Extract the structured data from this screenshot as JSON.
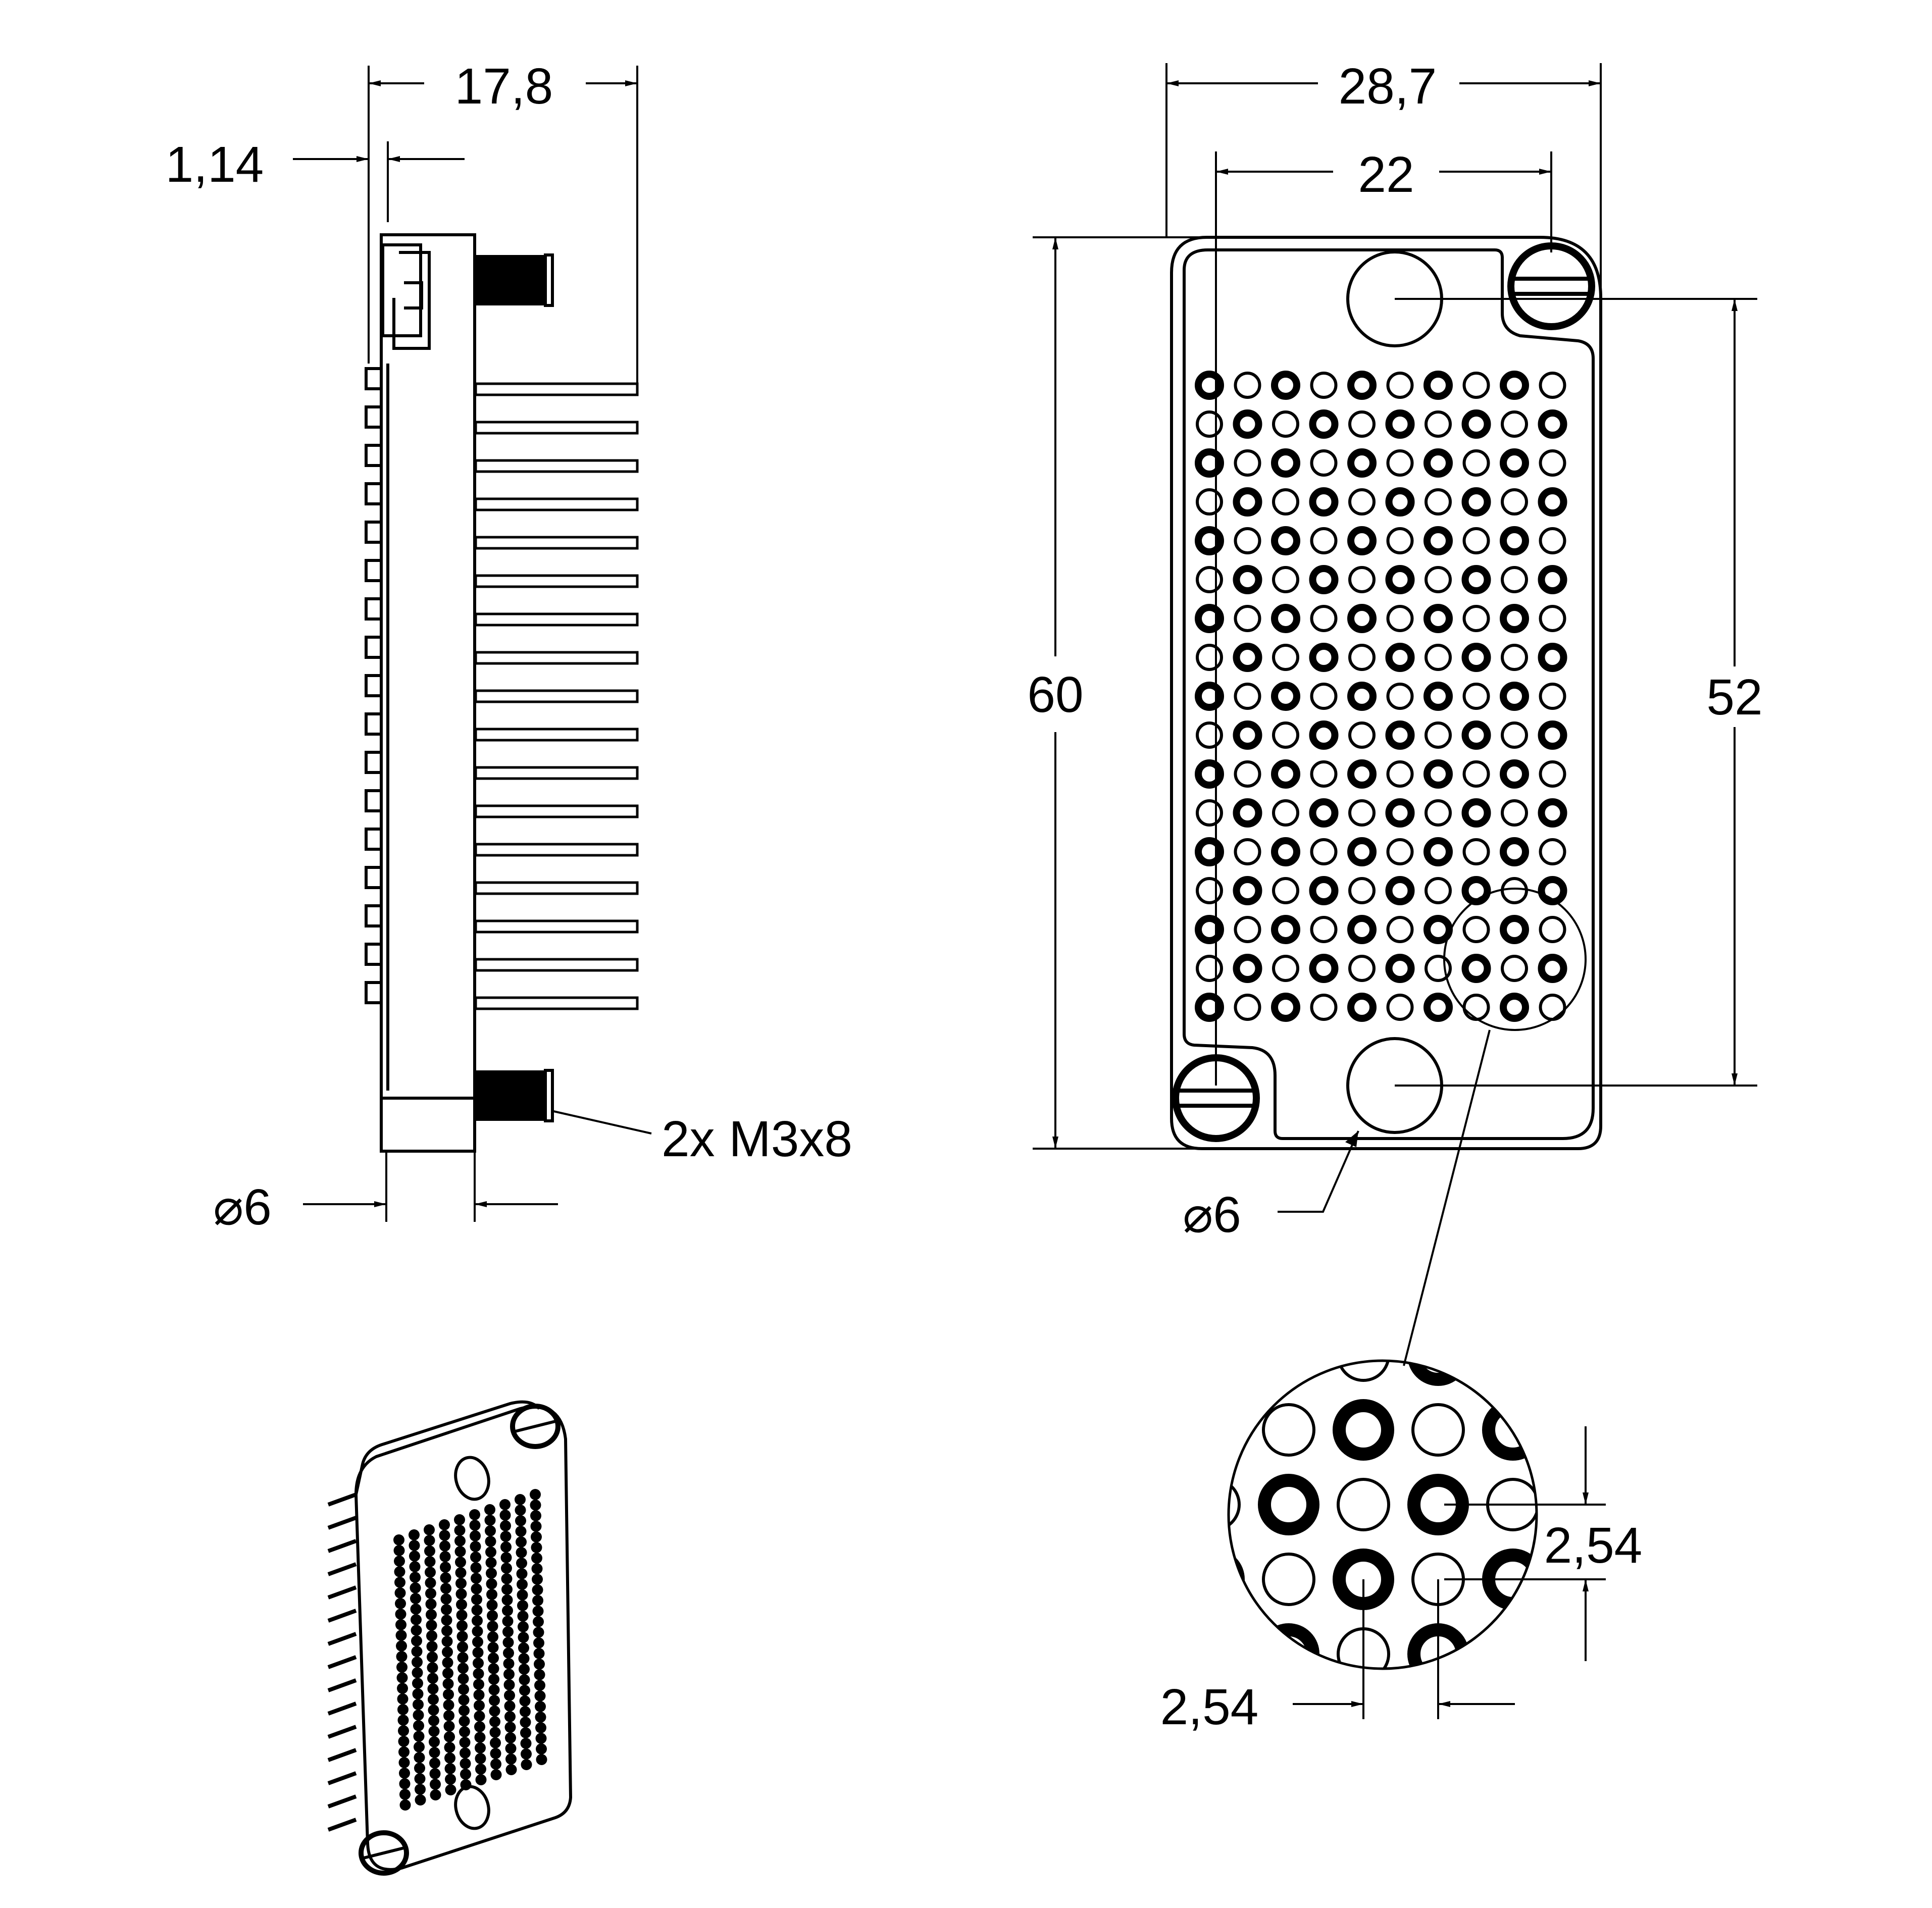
{
  "side_view": {
    "overall_width": "17,8",
    "flange_thickness": "1,14",
    "screw_label": "2x M3x8",
    "hole_diameter": "⌀6"
  },
  "front_view": {
    "overall_width": "28,7",
    "hole_spacing_horizontal": "22",
    "overall_height": "60",
    "hole_spacing_vertical": "52",
    "hole_diameter": "⌀6",
    "contact_grid": {
      "columns": 10,
      "rows": 17
    }
  },
  "detail_view": {
    "pitch_horizontal": "2,54",
    "pitch_vertical": "2,54"
  },
  "isometric_view": {}
}
